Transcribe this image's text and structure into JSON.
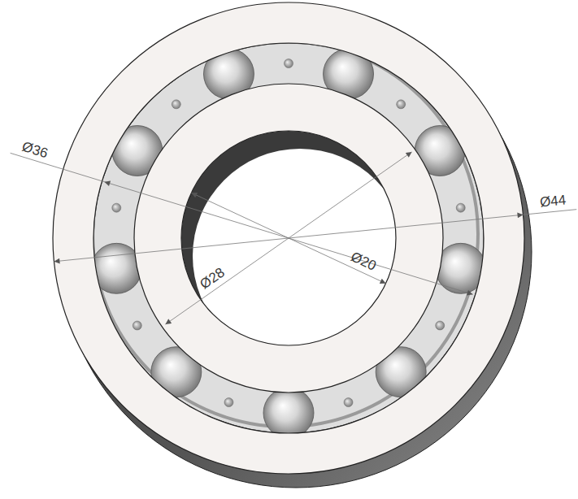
{
  "diagram": {
    "labels": [
      "Ø36",
      "Ø44",
      "Ø28",
      "Ø20"
    ]
  }
}
